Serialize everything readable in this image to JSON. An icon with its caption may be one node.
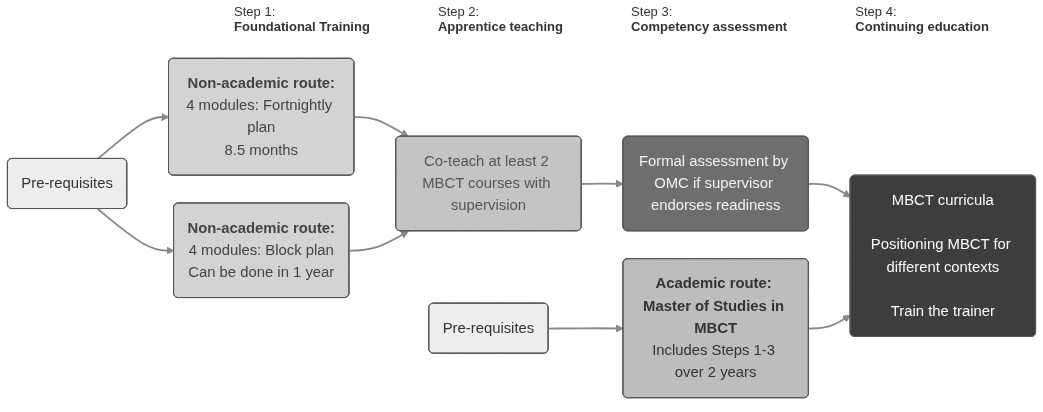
{
  "diagram": {
    "nodes": [
      {
        "text": [
          "Pre-requisites"
        ]
      },
      {
        "text": [
          "Non-academic route:",
          "4 modules: Fortnightly plan",
          "8.5 months"
        ]
      },
      {
        "text": [
          "Non-academic route:",
          "4 modules: Block plan",
          "Can be done in 1 year"
        ]
      },
      {
        "text": [
          "Co-teach at least 2 MBCT courses with supervision"
        ]
      },
      {
        "text": [
          "Formal assessment by OMC if supervisor endorses readiness"
        ]
      },
      {
        "text": [
          "MBCT curricula",
          "Positioning MBCT for different contexts",
          "Train the trainer"
        ]
      },
      {
        "text": [
          "Pre-requisites"
        ]
      },
      {
        "text": [
          "Academic route: Master of Studies in MBCT",
          "Includes Steps 1-3 over 2 years"
        ]
      }
    ],
    "edges": [
      {
        "from": 0,
        "to": 1,
        "arrow": "to"
      },
      {
        "from": 0,
        "to": 2,
        "arrow": "to"
      },
      {
        "from": 1,
        "to": 3,
        "arrow": "to"
      },
      {
        "from": 2,
        "to": 3,
        "arrow": "to"
      },
      {
        "from": 3,
        "to": 4,
        "arrow": "to"
      },
      {
        "from": 4,
        "to": 5,
        "arrow": "to"
      },
      {
        "from": 6,
        "to": 7,
        "arrow": "to"
      },
      {
        "from": 7,
        "to": 5,
        "arrow": "to"
      }
    ],
    "labels": [
      "Step 1:",
      "Foundational Training",
      "Step 2:",
      "Apprentice teaching",
      "Step 3:",
      "Competency assessment",
      "Step 4:",
      "Continuing education"
    ]
  }
}
